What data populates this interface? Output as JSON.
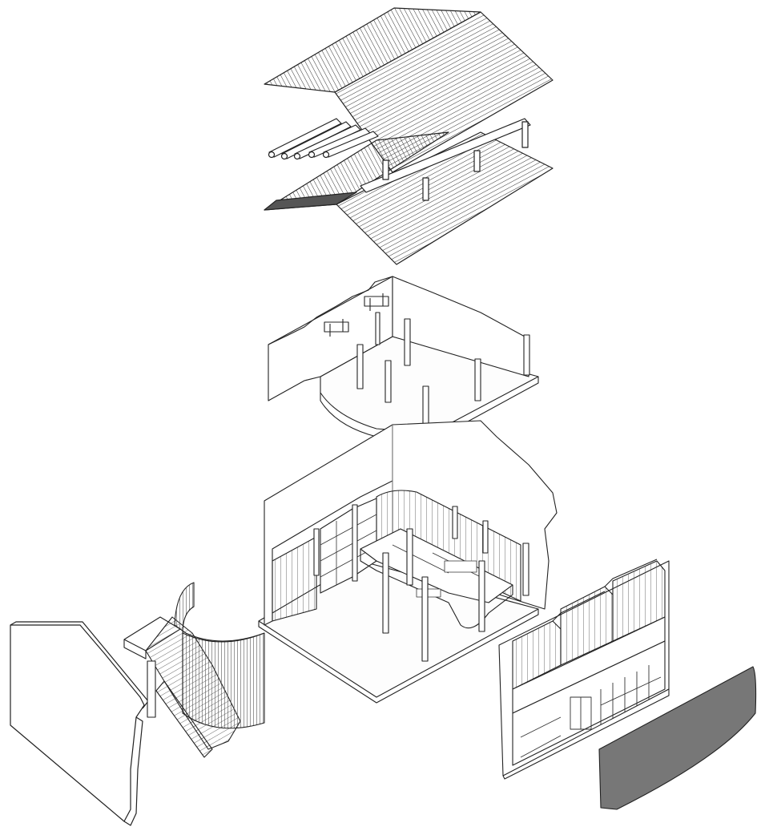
{
  "drawing": {
    "type": "exploded axonometric architectural drawing",
    "background": "#ffffff",
    "line_color": "#222222",
    "hatch_dark": "#6e6e6e",
    "hatch_mid": "#9a9a9a",
    "components": [
      "roof",
      "upper-floor",
      "ground-floor",
      "side-wall",
      "staircase",
      "front-facade",
      "canopy-panel"
    ]
  }
}
